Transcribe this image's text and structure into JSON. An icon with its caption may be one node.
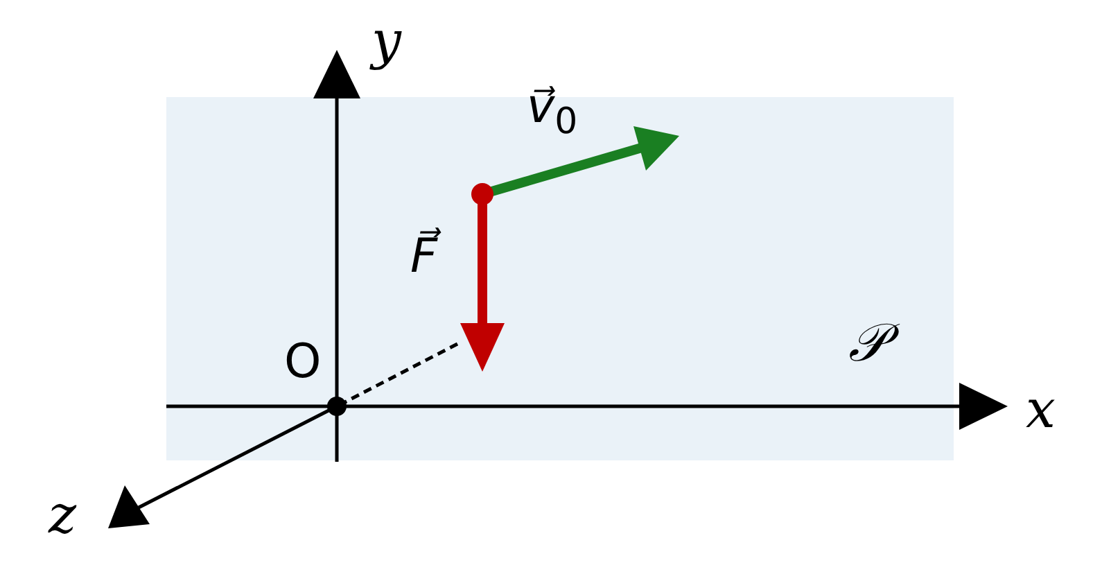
{
  "diagram": {
    "labels": [
      "y",
      "v⃗$_{0}$",
      "F⃗",
      "O",
      "𝒫",
      "x",
      "z"
    ]
  }
}
